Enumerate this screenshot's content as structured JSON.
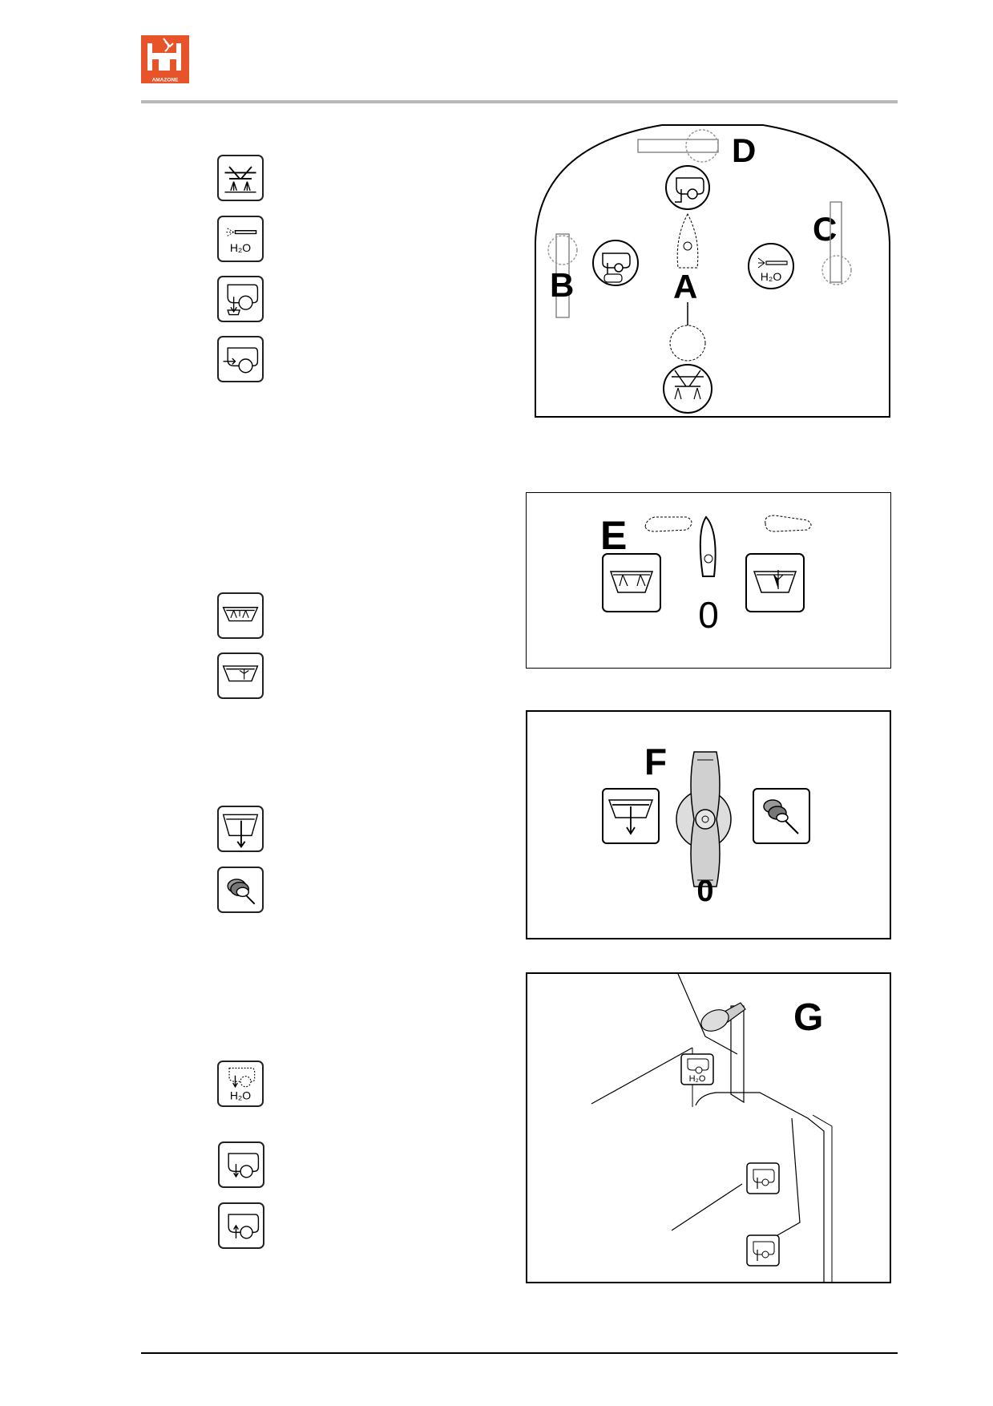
{
  "logo": {
    "text": "AMAZONE",
    "icon": "archer-tractor-logo"
  },
  "panel_valves": {
    "labels": {
      "a": "A",
      "b": "B",
      "c": "C",
      "d": "D"
    },
    "water_text": "H₂O"
  },
  "panel_e": {
    "label": "E",
    "zero": "0"
  },
  "panel_f": {
    "label": "F",
    "zero": "0"
  },
  "panel_g": {
    "label": "G",
    "water_text": "H₂O"
  },
  "side_icons": {
    "water_text_1": "H₂O",
    "water_text_2": "H₂O"
  }
}
